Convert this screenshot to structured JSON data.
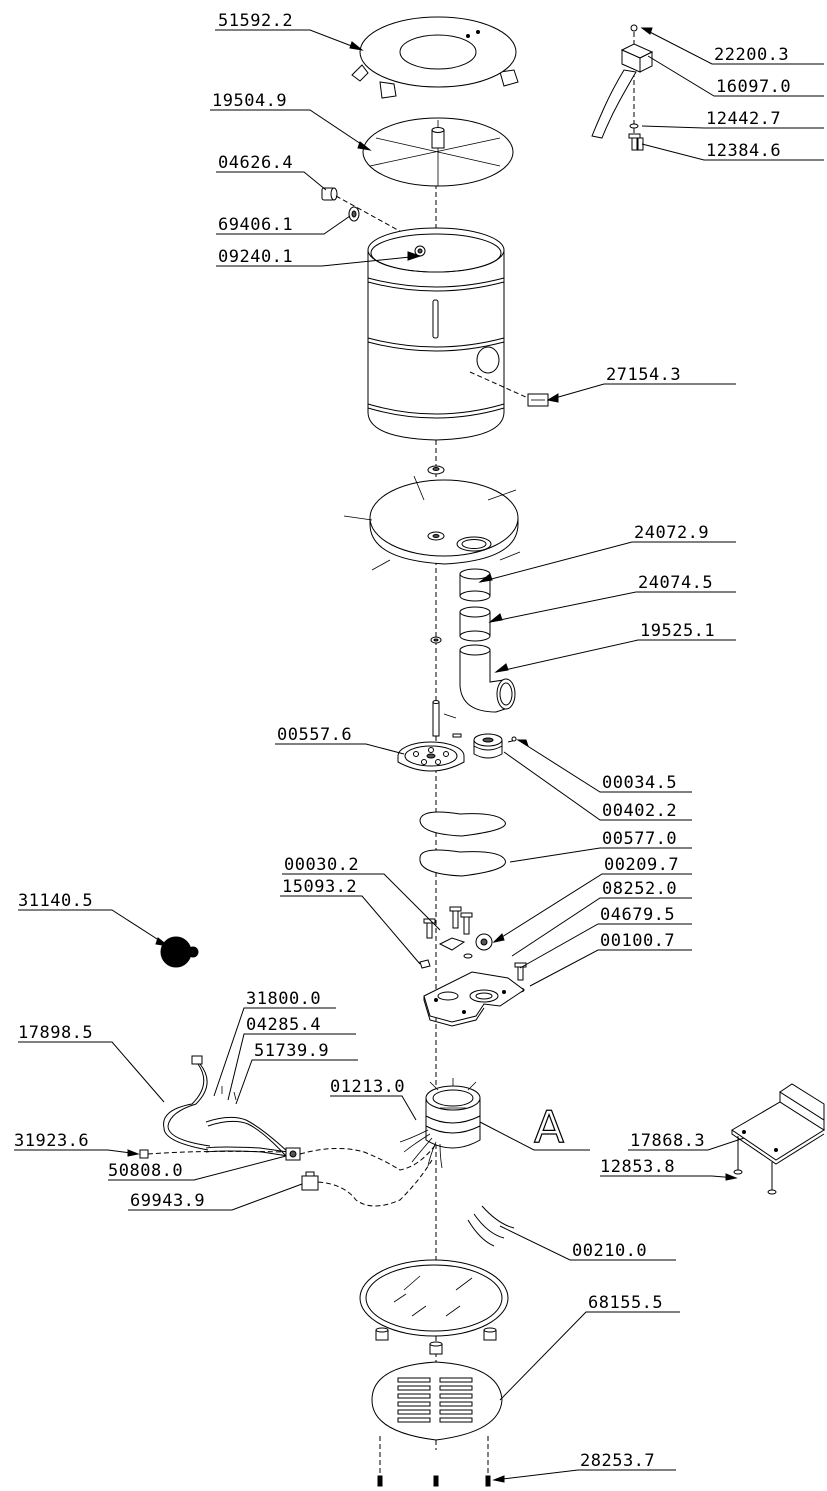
{
  "callouts": [
    {
      "id": "51592.2"
    },
    {
      "id": "19504.9"
    },
    {
      "id": "04626.4"
    },
    {
      "id": "69406.1"
    },
    {
      "id": "09240.1"
    },
    {
      "id": "22200.3"
    },
    {
      "id": "16097.0"
    },
    {
      "id": "12442.7"
    },
    {
      "id": "12384.6"
    },
    {
      "id": "27154.3"
    },
    {
      "id": "24072.9"
    },
    {
      "id": "24074.5"
    },
    {
      "id": "19525.1"
    },
    {
      "id": "00557.6"
    },
    {
      "id": "00034.5"
    },
    {
      "id": "00402.2"
    },
    {
      "id": "00030.2"
    },
    {
      "id": "15093.2"
    },
    {
      "id": "00577.0"
    },
    {
      "id": "00209.7"
    },
    {
      "id": "08252.0"
    },
    {
      "id": "04679.5"
    },
    {
      "id": "00100.7"
    },
    {
      "id": "31140.5"
    },
    {
      "id": "31800.0"
    },
    {
      "id": "04285.4"
    },
    {
      "id": "51739.9"
    },
    {
      "id": "17898.5"
    },
    {
      "id": "01213.0"
    },
    {
      "id": "31923.6"
    },
    {
      "id": "50808.0"
    },
    {
      "id": "69943.9"
    },
    {
      "id": "17868.3"
    },
    {
      "id": "12853.8"
    },
    {
      "id": "00210.0"
    },
    {
      "id": "68155.5"
    },
    {
      "id": "28253.7"
    }
  ],
  "detail_marker": "A"
}
